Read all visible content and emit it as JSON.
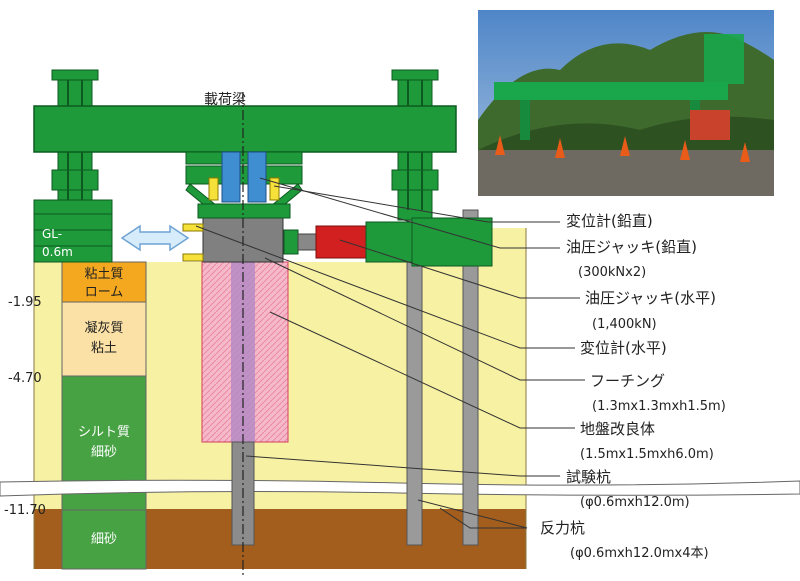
{
  "beam_label": "載荷梁",
  "gl_label": "GL-",
  "gl_depth": "0.6m",
  "depths": [
    "-1.95",
    "-4.70",
    "-11.70"
  ],
  "layers": [
    {
      "line1": "粘土質",
      "line2": "ローム",
      "color": "#f4a81f"
    },
    {
      "line1": "凝灰質",
      "line2": "粘土",
      "color": "#fbe1a6"
    },
    {
      "line1": "シルト質",
      "line2": "細砂",
      "color": "#47a244"
    },
    {
      "line1": "細砂",
      "line2": "",
      "color": "#47a244"
    }
  ],
  "callouts": [
    {
      "main": "変位計(鉛直)",
      "sub": ""
    },
    {
      "main": "油圧ジャッキ(鉛直)",
      "sub": "(300kNx2)"
    },
    {
      "main": "油圧ジャッキ(水平)",
      "sub": "(1,400kN)"
    },
    {
      "main": "変位計(水平)",
      "sub": ""
    },
    {
      "main": "フーチング",
      "sub": "(1.3mx1.3mxh1.5m)"
    },
    {
      "main": "地盤改良体",
      "sub": "(1.5mx1.5mxh6.0m)"
    },
    {
      "main": "試験杭",
      "sub": "(φ0.6mxh12.0m)"
    },
    {
      "main": "反力杭",
      "sub": "(φ0.6mxh12.0mx4本)"
    }
  ],
  "colors": {
    "steel_green": "#1f9a3b",
    "dark_green": "#106e27",
    "ground_yellow": "#f7f1a3",
    "deep_soil": "#a35e1d",
    "jack_blue": "#3f8ed2",
    "jack_red": "#d21f1f",
    "pile_gray": "#9a9a9a"
  },
  "photo": {
    "description_icon": "site-photo"
  }
}
